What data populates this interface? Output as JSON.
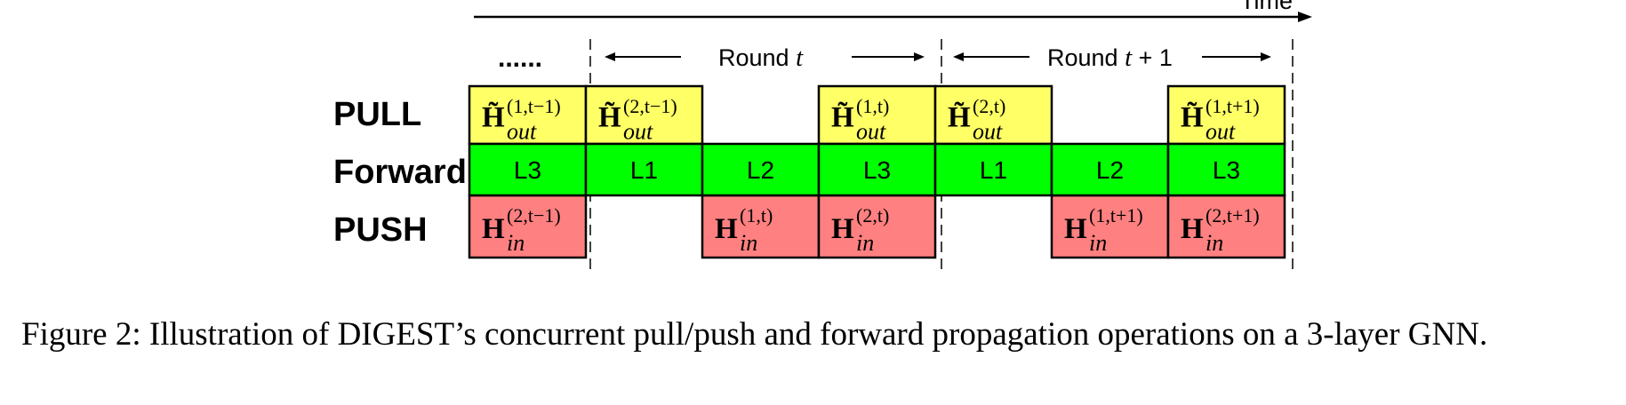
{
  "axis": {
    "label": "Time"
  },
  "ellipsis": "......",
  "rounds": [
    {
      "label": "Round ",
      "var": "t",
      "suffix": ""
    },
    {
      "label": "Round ",
      "var": "t",
      "suffix": " + 1"
    }
  ],
  "row_labels": {
    "pull": "PULL",
    "forward": "Forward",
    "push": "PUSH"
  },
  "pull_cells": [
    {
      "slot": 0,
      "base": "H̃",
      "sup": "(1,t−1)",
      "sub": "out"
    },
    {
      "slot": 1,
      "base": "H̃",
      "sup": "(2,t−1)",
      "sub": "out"
    },
    {
      "slot": 3,
      "base": "H̃",
      "sup": "(1,t)",
      "sub": "out"
    },
    {
      "slot": 4,
      "base": "H̃",
      "sup": "(2,t)",
      "sub": "out"
    },
    {
      "slot": 6,
      "base": "H̃",
      "sup": "(1,t+1)",
      "sub": "out"
    }
  ],
  "forward_cells": [
    "L3",
    "L1",
    "L2",
    "L3",
    "L1",
    "L2",
    "L3"
  ],
  "push_cells": [
    {
      "slot": 0,
      "base": "H",
      "sup": "(2,t−1)",
      "sub": "in"
    },
    {
      "slot": 2,
      "base": "H",
      "sup": "(1,t)",
      "sub": "in"
    },
    {
      "slot": 3,
      "base": "H",
      "sup": "(2,t)",
      "sub": "in"
    },
    {
      "slot": 5,
      "base": "H",
      "sup": "(1,t+1)",
      "sub": "in"
    },
    {
      "slot": 6,
      "base": "H",
      "sup": "(2,t+1)",
      "sub": "in"
    }
  ],
  "colors": {
    "pull": "#ffff66",
    "forward": "#00ff00",
    "push": "#ff8080",
    "line": "#000000"
  },
  "caption": "Figure 2: Illustration of DIGEST’s concurrent pull/push and forward propagation operations on a 3-layer GNN."
}
